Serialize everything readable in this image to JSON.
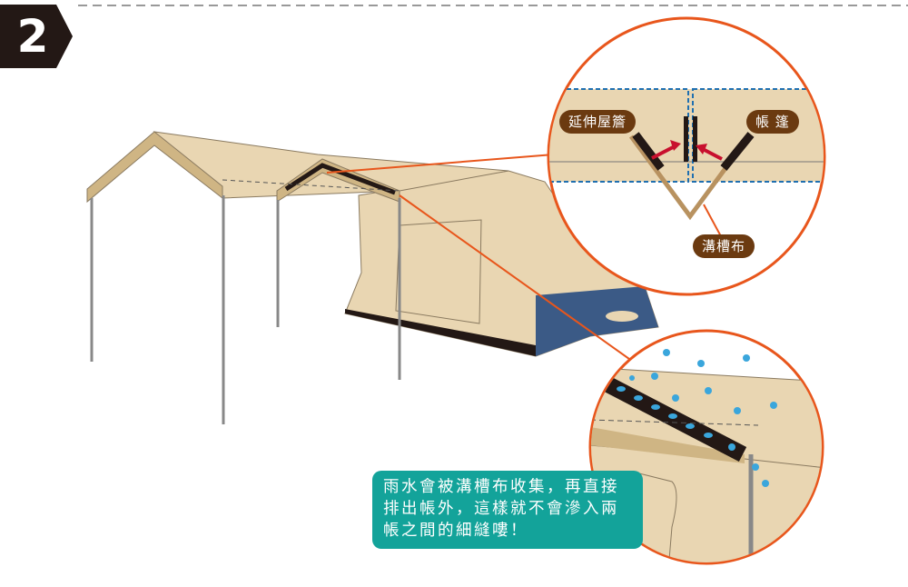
{
  "step_number": "2",
  "labels": {
    "extension_eave": "延伸屋簷",
    "tent": "帳 篷",
    "gutter_cloth": "溝槽布"
  },
  "note": "雨水會被溝槽布收集，再直接排出帳外，這樣就不會滲入兩帳之間的細縫嘍！",
  "colors": {
    "accent": "#e8561c",
    "label_bg": "#6b3a10",
    "note_bg": "#13a39a",
    "canvas": "#e9d6b2",
    "rain": "#3aa6dc"
  }
}
